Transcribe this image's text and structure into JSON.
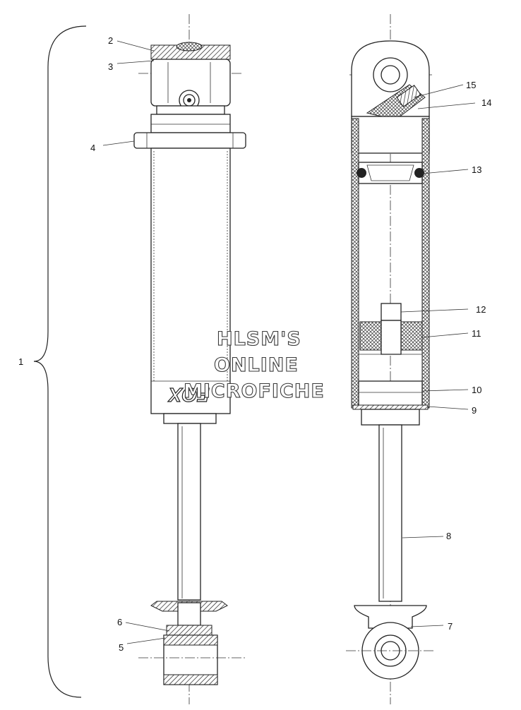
{
  "callouts": {
    "c1": "1",
    "c2": "2",
    "c3": "3",
    "c4": "4",
    "c5": "5",
    "c6": "6",
    "c7": "7",
    "c8": "8",
    "c9": "9",
    "c10": "10",
    "c11": "11",
    "c12": "12",
    "c13": "13",
    "c14": "14",
    "c15": "15"
  },
  "watermark": {
    "line1": "HLSM'S",
    "line2": "ONLINE",
    "line3": "MICROFICHE"
  },
  "logo_text": "FOX",
  "colors": {
    "ink": "#222222",
    "background": "#ffffff"
  }
}
